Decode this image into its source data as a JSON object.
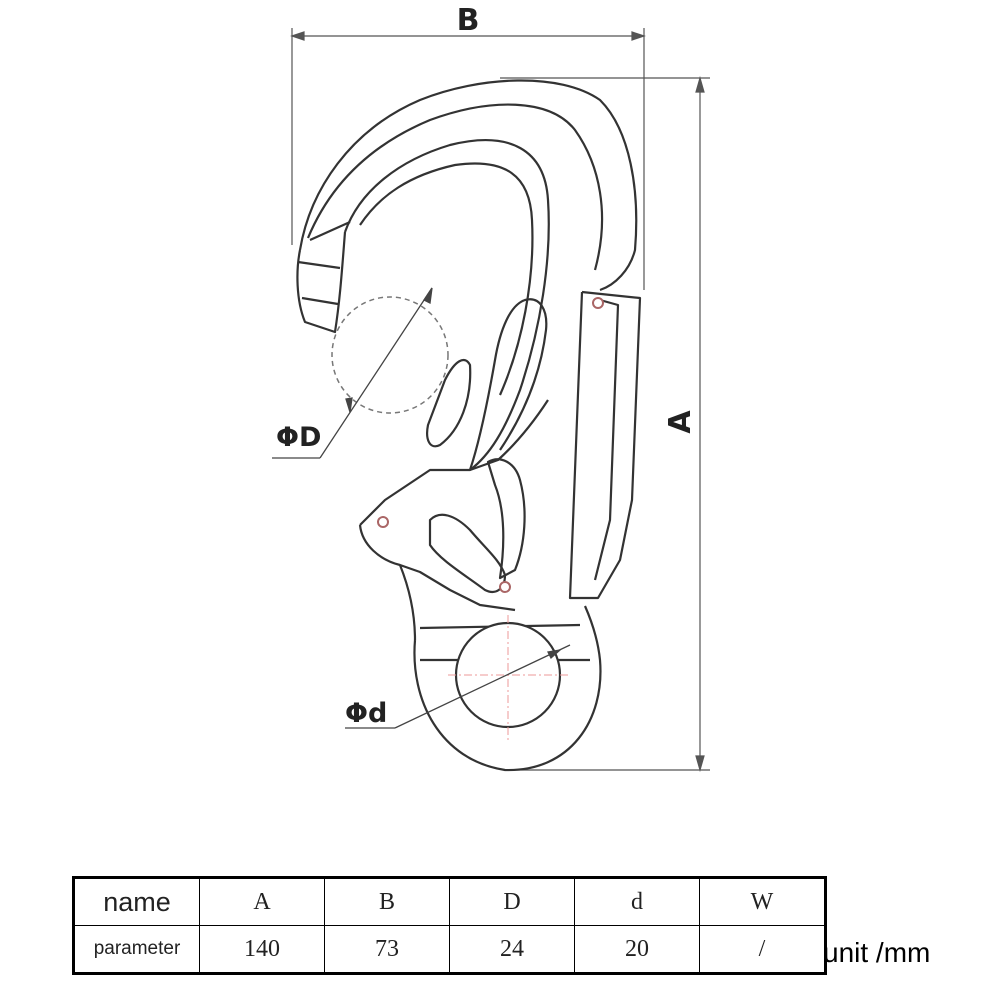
{
  "diagram": {
    "dimension_labels": {
      "B": "B",
      "A": "A",
      "phi_D": "ΦD",
      "phi_d": "Φd"
    }
  },
  "table": {
    "header_label": "name",
    "row_label": "parameter",
    "columns": [
      "A",
      "B",
      "D",
      "d",
      "W"
    ],
    "values": [
      "140",
      "73",
      "24",
      "20",
      "/"
    ]
  },
  "unit": "unit /mm"
}
